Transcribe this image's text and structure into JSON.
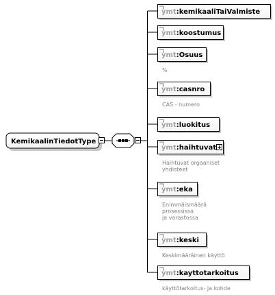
{
  "root": {
    "name": "KemikaalinTiedotType"
  },
  "compositor": {
    "type": "sequence"
  },
  "elements": [
    {
      "prefix": "ymt",
      "name": "kemikaaliTaiValmiste",
      "doc": [],
      "expandable": false
    },
    {
      "prefix": "ymt",
      "name": "koostumus",
      "doc": [],
      "expandable": false
    },
    {
      "prefix": "ymt",
      "name": "Osuus",
      "doc": [
        "%"
      ],
      "expandable": false
    },
    {
      "prefix": "ymt",
      "name": "casnro",
      "doc": [
        "CAS - numero"
      ],
      "expandable": false
    },
    {
      "prefix": "ymt",
      "name": "luokitus",
      "doc": [],
      "expandable": false
    },
    {
      "prefix": "ymt",
      "name": "haihtuvat",
      "doc": [
        "Haihtuvat orgaaniset",
        "yhdisteet"
      ],
      "expandable": true
    },
    {
      "prefix": "ymt",
      "name": "eka",
      "doc": [
        "Enimmäismäärä",
        "prosessissa",
        "ja varastossa"
      ],
      "expandable": false
    },
    {
      "prefix": "ymt",
      "name": "keski",
      "doc": [
        "Keskimääräinen käyttö"
      ],
      "expandable": false
    },
    {
      "prefix": "ymt",
      "name": "kayttotarkoitus",
      "doc": [
        "käyttötarkoitus- ja kohde"
      ],
      "expandable": false
    }
  ],
  "colors": {
    "box_border": "#000000",
    "shadow": "#c0c0c0",
    "prefix": "#a0a0a0",
    "doc": "#808080",
    "line": "#000000"
  }
}
